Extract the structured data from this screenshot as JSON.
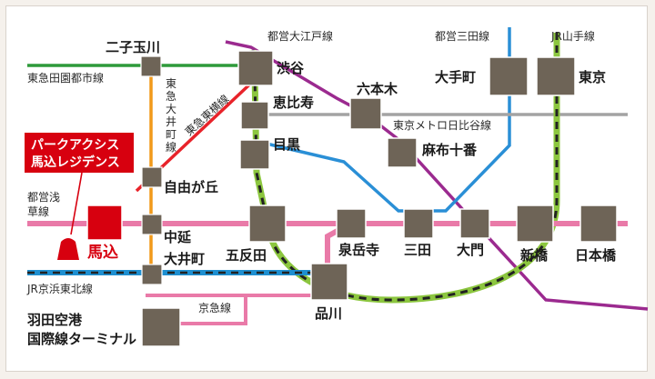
{
  "lines": {
    "toei_oedo": "都営大江戸線",
    "toei_mita": "都営三田線",
    "jr_yamanote": "JR山手線",
    "tokyu_denentoshi": "東急田園都市線",
    "tokyu_oimachi": "東急大井町線",
    "tokyu_toyoko": "東急東横線",
    "tokyo_metro_hibiya": "東京メトロ日比谷線",
    "toei_asakusa": "都営浅草線",
    "jr_keihin_tohoku": "JR京浜東北線",
    "keikyu": "京急線"
  },
  "stations": {
    "futakotamagawa": "二子玉川",
    "shibuya": "渋谷",
    "ebisu": "恵比寿",
    "meguro": "目黒",
    "roppongi": "六本木",
    "azabujuban": "麻布十番",
    "otemachi": "大手町",
    "tokyo": "東京",
    "jiyugaoka": "自由が丘",
    "nakanobu": "中延",
    "oimachi": "大井町",
    "gotanda": "五反田",
    "sengakuji": "泉岳寺",
    "mita": "三田",
    "daimon": "大門",
    "shimbashi": "新橋",
    "nihombashi": "日本橋",
    "shinagawa": "品川",
    "haneda_line1": "羽田空港",
    "haneda_line2": "国際線ターミナル",
    "magome": "馬込"
  },
  "callout": {
    "line1": "パークアクシス",
    "line2": "馬込レジデンス"
  },
  "colors": {
    "asakusa": "#e97aa8",
    "denentoshi": "#2e9a3a",
    "oimachi": "#f29a1a",
    "toyoko": "#e8232a",
    "oedo": "#9b2a8f",
    "mita": "#2a8fd6",
    "hibiya": "#a3a3a3",
    "yamanote": "#8cc63f",
    "keihin": "#1e8fd0",
    "keikyu": "#e97aa8",
    "station": "#6e6457",
    "highlight": "#d7000f"
  }
}
